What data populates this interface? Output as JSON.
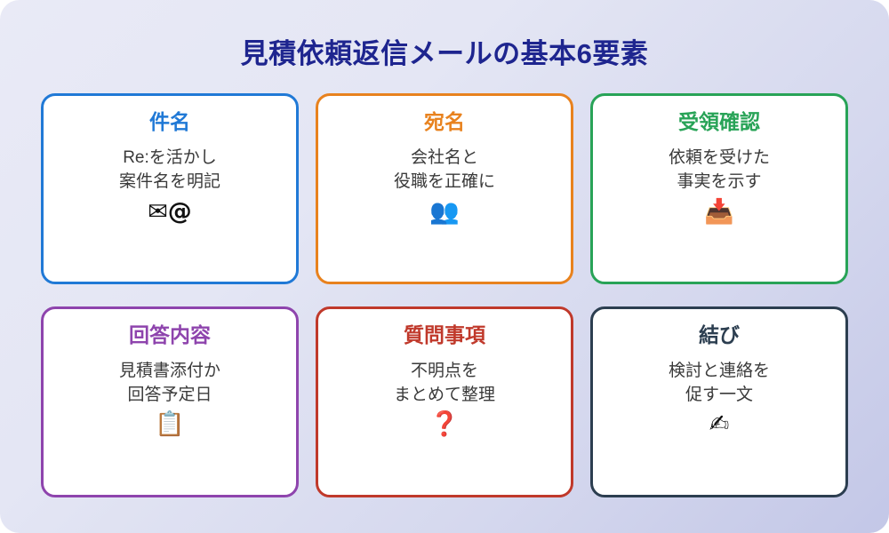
{
  "header": {
    "title": "見積依頼返信メールの基本6要素",
    "title_color": "#1e258f"
  },
  "background": {
    "gradient_from": "#e9eaf6",
    "gradient_to": "#c3c7e7"
  },
  "cards": [
    {
      "title": "件名",
      "body": "Re:を活かし\n案件名を明記",
      "icon": "email-at-icon",
      "icon_glyph": "✉@",
      "accent": "#2079d6"
    },
    {
      "title": "宛名",
      "body": "会社名と\n役職を正確に",
      "icon": "two-people-icon",
      "icon_glyph": "👥",
      "accent": "#e8821e"
    },
    {
      "title": "受領確認",
      "body": "依頼を受けた\n事実を示す",
      "icon": "inbox-tray-download-icon",
      "icon_glyph": "📥",
      "accent": "#28a357"
    },
    {
      "title": "回答内容",
      "body": "見積書添付か\n回答予定日",
      "icon": "clipboard-icon",
      "icon_glyph": "📋",
      "accent": "#8e44ad"
    },
    {
      "title": "質問事項",
      "body": "不明点を\nまとめて整理",
      "icon": "question-mark-icon",
      "icon_glyph": "❓",
      "accent": "#c0392b"
    },
    {
      "title": "結び",
      "body": "検討と連絡を\n促す一文",
      "icon": "writing-hand-icon",
      "icon_glyph": "✍",
      "accent": "#2c3e50"
    }
  ]
}
